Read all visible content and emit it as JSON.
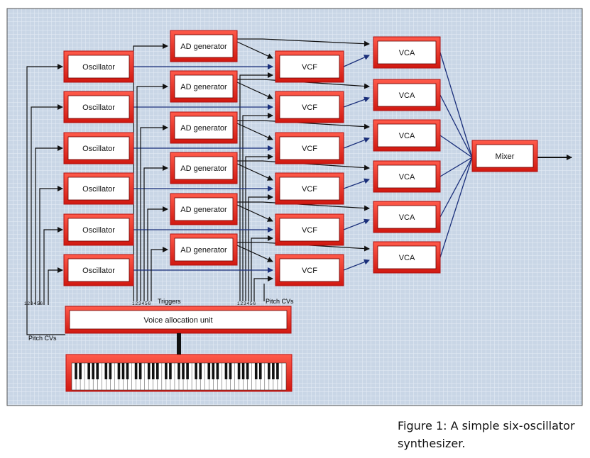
{
  "colors": {
    "background": "#c9d6e6",
    "grid": "#e6edf6",
    "box_border": "#e0241c",
    "box_fill": "#ffffff",
    "line": "#111111",
    "audio_line": "#1a2f7a"
  },
  "oscillators": [
    "Oscillator",
    "Oscillator",
    "Oscillator",
    "Oscillator",
    "Oscillator",
    "Oscillator"
  ],
  "ad_generators": [
    "AD generator",
    "AD generator",
    "AD generator",
    "AD generator",
    "AD generator",
    "AD generator"
  ],
  "vcfs": [
    "VCF",
    "VCF",
    "VCF",
    "VCF",
    "VCF",
    "VCF"
  ],
  "vcas": [
    "VCA",
    "VCA",
    "VCA",
    "VCA",
    "VCA",
    "VCA"
  ],
  "mixer": "Mixer",
  "voice_allocation": "Voice allocation unit",
  "labels": {
    "triggers": "Triggers",
    "pitch_cvs_right": "Pitch CVs",
    "pitch_cvs_left": "Pitch CVs",
    "numbers": [
      "1",
      "2",
      "3",
      "4",
      "5",
      "6"
    ]
  },
  "caption": {
    "line1": "Figure 1: A simple six-oscillator",
    "line2": "synthesizer."
  }
}
